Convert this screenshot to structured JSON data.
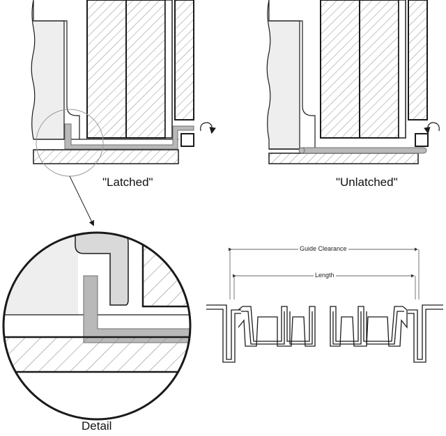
{
  "labels": {
    "latched": "\"Latched\"",
    "unlatched": "\"Unlatched\"",
    "detail": "Detail",
    "guide_clearance": "Guide Clearance",
    "length": "Length"
  },
  "colors": {
    "line": "#1a1a1a",
    "hatch": "#8c8c8c",
    "panel_fill": "#eeeeee",
    "latch_fill": "#b9b9b9",
    "latch_stroke": "#6e6e6e"
  },
  "icons": {
    "rotate_latched": "curved-arrow-icon",
    "rotate_unlatched": "curved-arrow-icon"
  }
}
